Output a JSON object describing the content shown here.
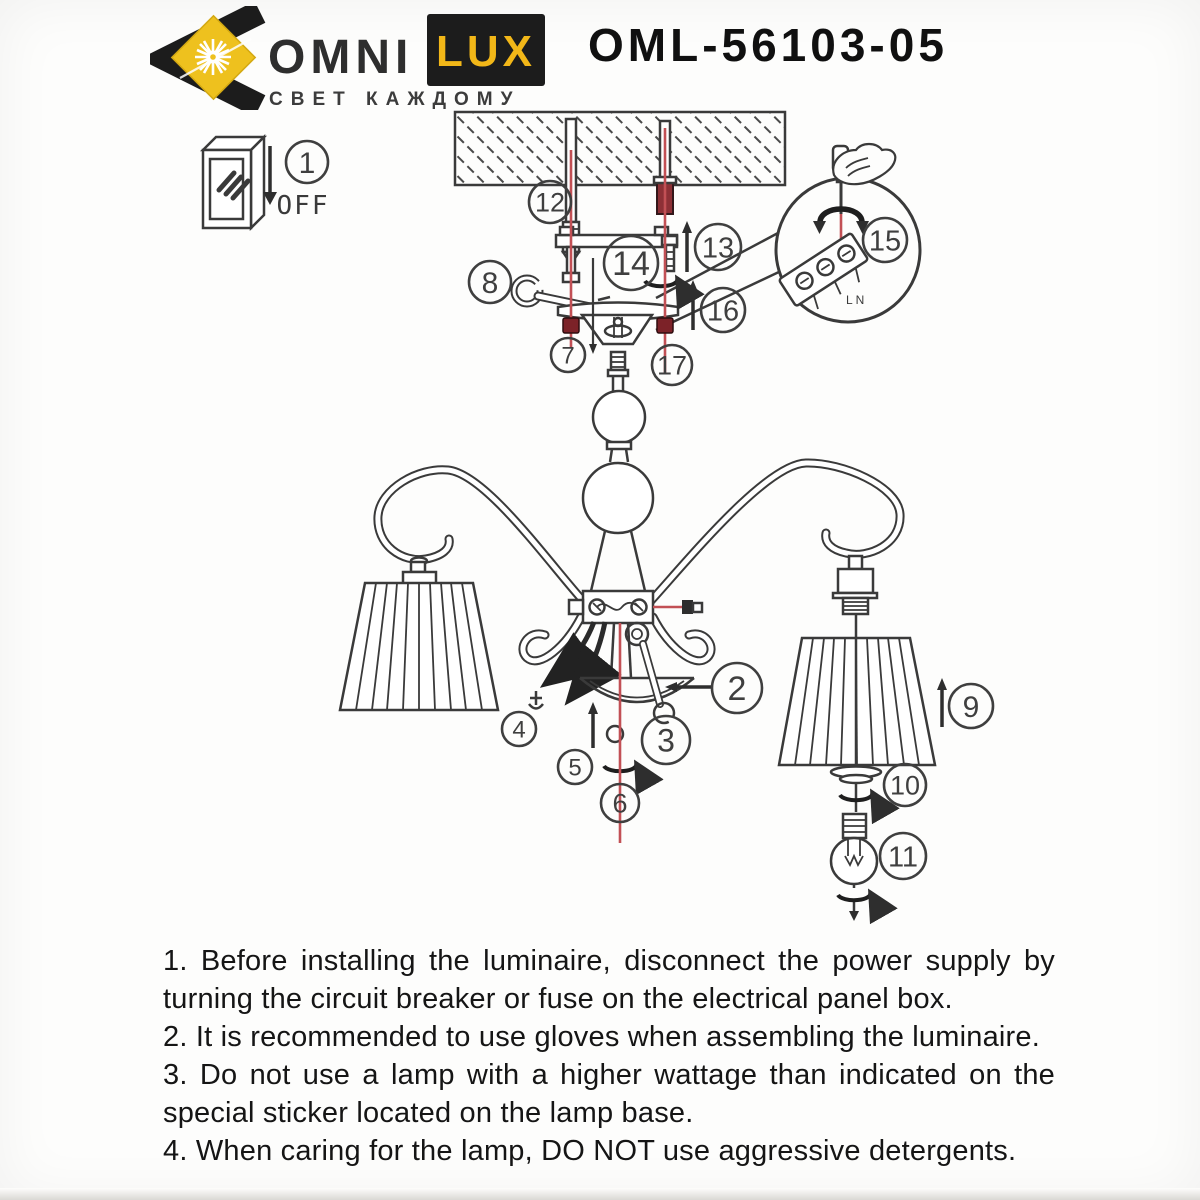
{
  "header": {
    "brand": {
      "name_left": "OMNI",
      "name_right": "LUX",
      "tagline": "СВЕТ КАЖДОМУ"
    },
    "model": "OML-56103-05"
  },
  "diagram": {
    "power_off_label": "OFF",
    "terminal_label": "L N",
    "callouts": {
      "c1": "1",
      "c2": "2",
      "c3": "3",
      "c4": "4",
      "c5": "5",
      "c6": "6",
      "c7": "7",
      "c8": "8",
      "c9": "9",
      "c10": "10",
      "c11": "11",
      "c12": "12",
      "c13": "13",
      "c14": "14",
      "c15": "15",
      "c16": "16",
      "c17": "17"
    }
  },
  "palette": {
    "guide_red": "#c25055",
    "fastener_dark_red": "#7c2228",
    "anchor_sleeve_red": "#8d3036",
    "line_dark": "#3a3a3a",
    "logo_yellow": "#eec11e",
    "logo_black": "#1c1c1c"
  },
  "instructions": {
    "items": [
      {
        "lines": [
          "1. Before installing the luminaire, disconnect the power supply by",
          "turning the circuit breaker or fuse on the electrical panel box."
        ]
      },
      {
        "lines": [
          "2. It is recommended to use gloves when assembling the luminaire."
        ]
      },
      {
        "lines": [
          "3. Do not use a lamp with a higher wattage than indicated on the",
          "special sticker located on the lamp base."
        ]
      },
      {
        "lines": [
          "4. When caring for the lamp, DO NOT use aggressive detergents."
        ]
      }
    ]
  }
}
